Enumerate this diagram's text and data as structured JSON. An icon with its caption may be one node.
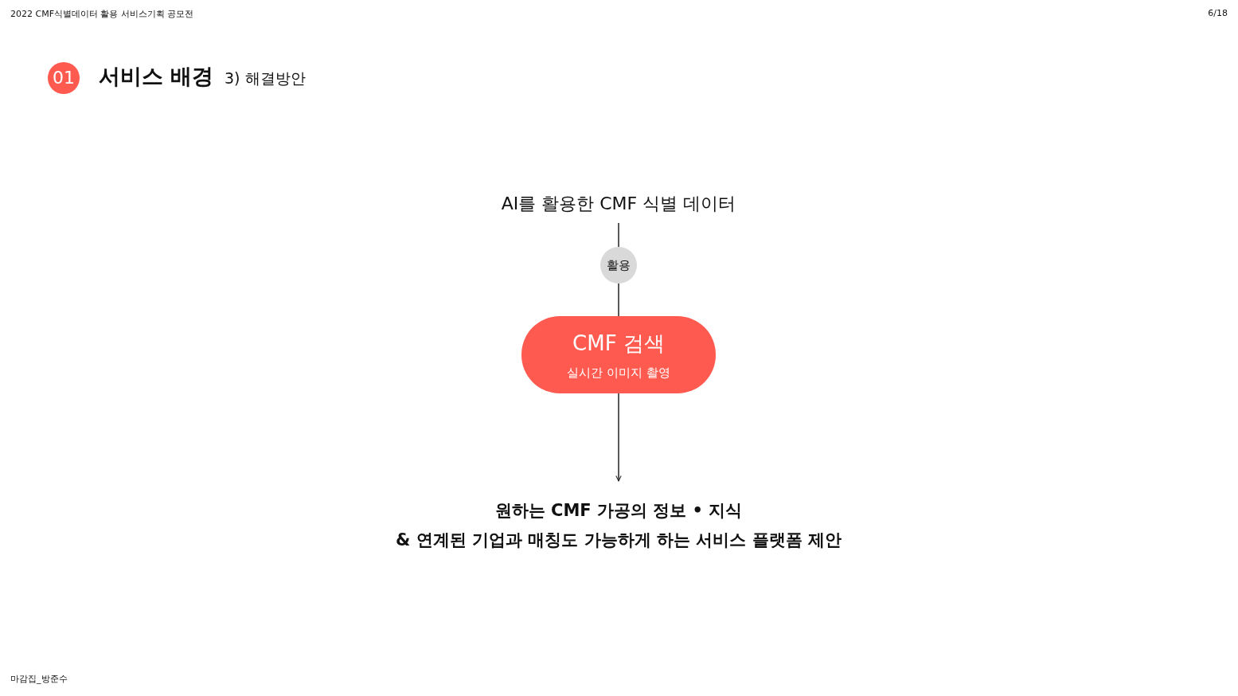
{
  "diagram": {
    "title": "서비스 배경",
    "nodes": [
      {
        "text": [
          "AI를 활용한 CMF 식별 데이터"
        ]
      },
      {
        "text": [
          "활용"
        ]
      },
      {
        "text": [
          "CMF 검색",
          "실시간 이미지 촬영"
        ]
      },
      {
        "text": [
          "원하는 CMF 가공의 정보 • 지식 & 연계된 기업과 매칭도 가능하게 하는 서비스 플랫폼 제안"
        ]
      }
    ],
    "edges": [
      {
        "from": 0,
        "to": 1,
        "arrow": "none"
      },
      {
        "from": 1,
        "to": 2,
        "arrow": "none"
      },
      {
        "from": 2,
        "to": 3,
        "arrow": "to"
      }
    ],
    "labels": [
      "2022 CMF식별데이터 활용 서비스기획 공모전",
      "6/18",
      "01",
      "3) 해결방안",
      "마감집_방준수"
    ]
  }
}
